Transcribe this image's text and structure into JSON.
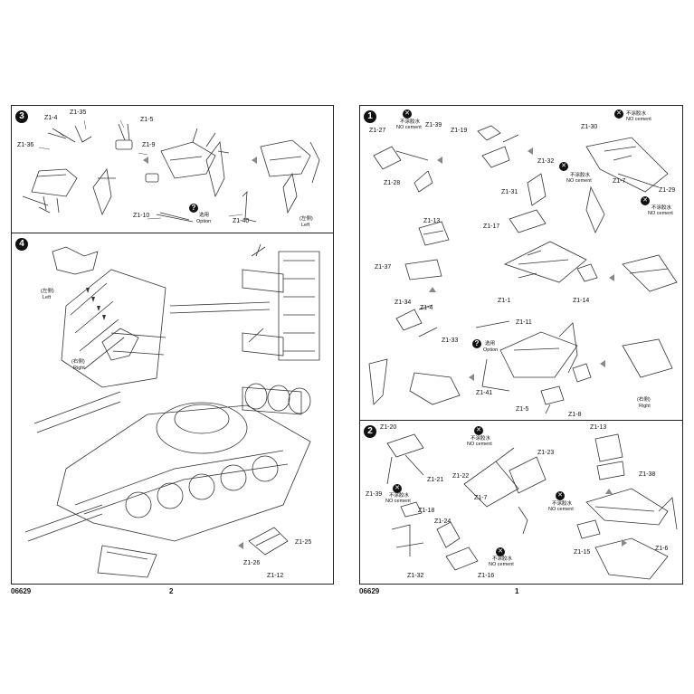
{
  "left_page": {
    "code": "06629",
    "number": "2",
    "step3": {
      "num": "3",
      "labels": [
        "Z1-4",
        "Z1-35",
        "Z1-5",
        "Z1-36",
        "Z1-9",
        "Z1-10",
        "Z1-40"
      ],
      "option": {
        "cn": "选用",
        "en": "Option"
      },
      "left": {
        "cn": "(左侧)",
        "en": "Left"
      }
    },
    "step4": {
      "num": "4",
      "left": {
        "cn": "(左侧)",
        "en": "Left"
      },
      "right": {
        "cn": "(右侧)",
        "en": "Right"
      },
      "labels": [
        "Z1-25",
        "Z1-26",
        "Z1-12"
      ]
    }
  },
  "right_page": {
    "code": "06629",
    "number": "1",
    "step1": {
      "num": "1",
      "labels": [
        "Z1-27",
        "Z1-39",
        "Z1-19",
        "Z1-30",
        "Z1-32",
        "Z1-28",
        "Z1-31",
        "Z1-7",
        "Z1-29",
        "Z1-13",
        "Z1-17",
        "Z1-37",
        "Z1-1",
        "Z1-14",
        "Z1-34",
        "Z1-4",
        "Z1-11",
        "Z1-33",
        "Z1-41",
        "Z1-5",
        "Z1-8"
      ],
      "no_cement": {
        "cn": "不涂胶水",
        "en": "NO cement"
      },
      "option": {
        "cn": "选用",
        "en": "Option"
      },
      "right": {
        "cn": "(右侧)",
        "en": "Right"
      }
    },
    "step2": {
      "num": "2",
      "labels": [
        "Z1-20",
        "Z1-13",
        "Z1-23",
        "Z1-21",
        "Z1-22",
        "Z1-38",
        "Z1-39",
        "Z1-7",
        "Z1-18",
        "Z1-24",
        "Z1-15",
        "Z1-6",
        "Z1-32",
        "Z1-16"
      ],
      "no_cement": {
        "cn": "不涂胶水",
        "en": "NO cement"
      }
    }
  }
}
